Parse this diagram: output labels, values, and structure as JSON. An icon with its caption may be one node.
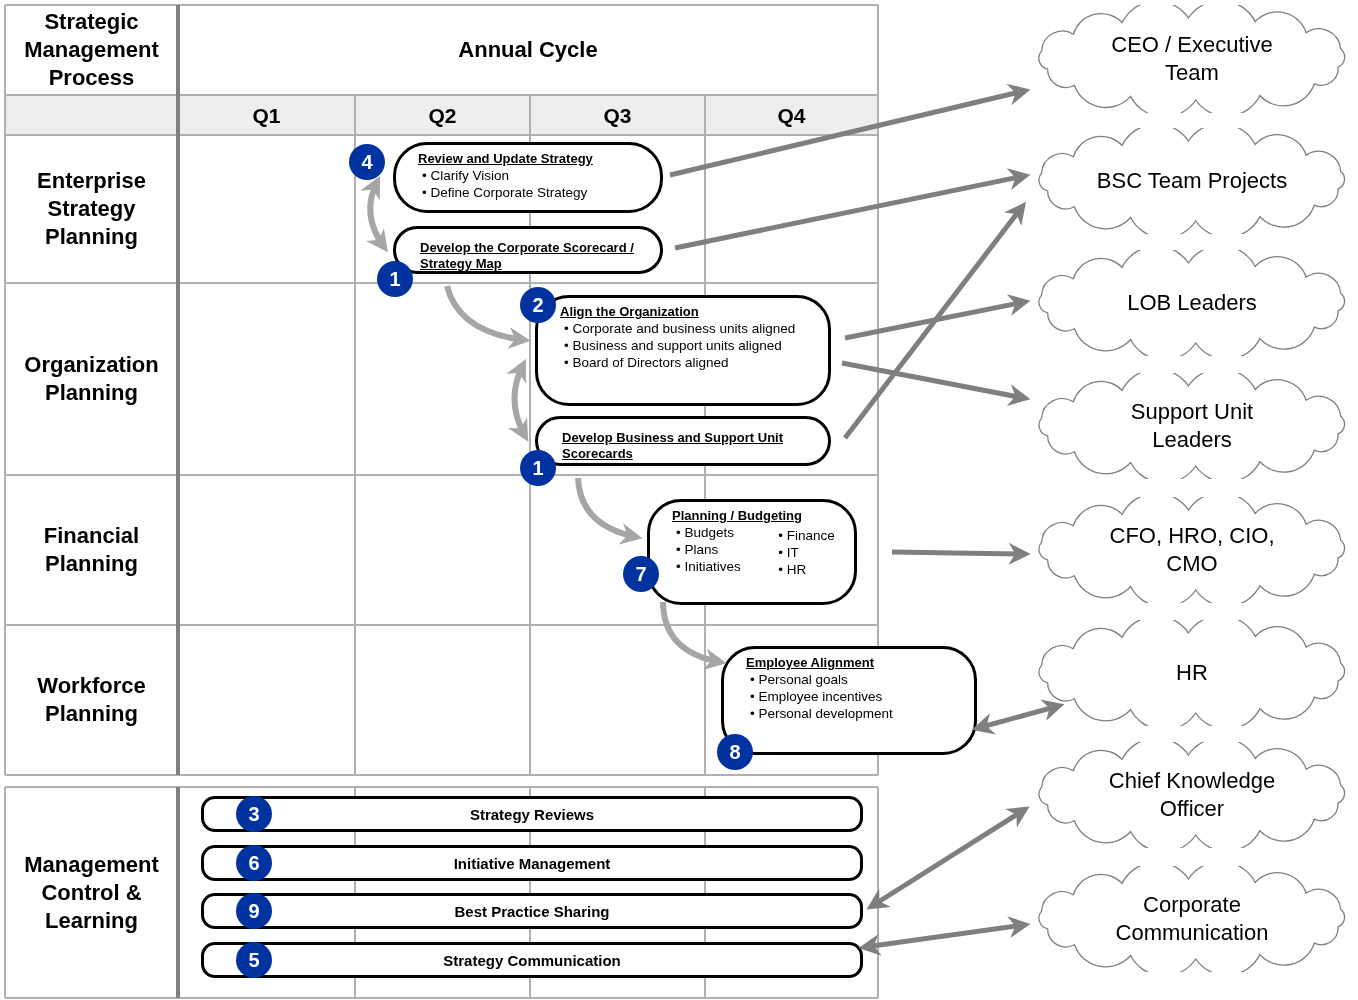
{
  "diagram": {
    "nodes": [
      {
        "text": [
          "4",
          "Review and Update Strategy",
          "• Clarify Vision",
          "• Define Corporate Strategy"
        ]
      },
      {
        "text": [
          "1",
          "Develop the Corporate Scorecard / Strategy Map"
        ]
      },
      {
        "text": [
          "2",
          "Align the Organization",
          "• Corporate and business units aligned",
          "• Business and support units aligned",
          "• Board of Directors aligned"
        ]
      },
      {
        "text": [
          "1",
          "Develop Business and Support Unit Scorecards"
        ]
      },
      {
        "text": [
          "7",
          "Planning / Budgeting",
          "• Budgets",
          "• Plans",
          "• Initiatives",
          "• Finance",
          "• IT",
          "• HR"
        ]
      },
      {
        "text": [
          "8",
          "Employee Alignment",
          "• Personal goals",
          "• Employee incentives",
          "• Personal development"
        ]
      },
      {
        "text": [
          "3",
          "Strategy Reviews"
        ]
      },
      {
        "text": [
          "6",
          "Initiative Management"
        ]
      },
      {
        "text": [
          "9",
          "Best Practice Sharing"
        ]
      },
      {
        "text": [
          "5",
          "Strategy Communication"
        ]
      },
      {
        "text": [
          "CEO / Executive Team"
        ]
      },
      {
        "text": [
          "BSC Team Projects"
        ]
      },
      {
        "text": [
          "LOB Leaders"
        ]
      },
      {
        "text": [
          "Support Unit Leaders"
        ]
      },
      {
        "text": [
          "CFO, HRO, CIO, CMO"
        ]
      },
      {
        "text": [
          "HR"
        ]
      },
      {
        "text": [
          "Chief Knowledge Officer"
        ]
      },
      {
        "text": [
          "Corporate Communication"
        ]
      }
    ],
    "edges": [
      {
        "from": 0,
        "to": 1,
        "arrow": "both",
        "color": "#a6a6a6"
      },
      {
        "from": 0,
        "to": 10,
        "arrow": "to"
      },
      {
        "from": 1,
        "to": 11,
        "arrow": "to"
      },
      {
        "from": 1,
        "to": 2,
        "arrow": "to",
        "color": "#a6a6a6"
      },
      {
        "from": 2,
        "to": 12,
        "arrow": "to"
      },
      {
        "from": 2,
        "to": 13,
        "arrow": "to"
      },
      {
        "from": 3,
        "to": 2,
        "arrow": "both",
        "color": "#a6a6a6"
      },
      {
        "from": 3,
        "to": 11,
        "arrow": "to"
      },
      {
        "from": 3,
        "to": 4,
        "arrow": "to",
        "color": "#a6a6a6"
      },
      {
        "from": 4,
        "to": 14,
        "arrow": "to"
      },
      {
        "from": 4,
        "to": 5,
        "arrow": "to",
        "color": "#a6a6a6"
      },
      {
        "from": 5,
        "to": 15,
        "arrow": "both"
      },
      {
        "from": 8,
        "to": 16,
        "arrow": "both"
      },
      {
        "from": 9,
        "to": 17,
        "arrow": "both"
      }
    ],
    "labels": [
      "Strategic Management Process",
      "Annual Cycle",
      "Q1",
      "Q2",
      "Q3",
      "Q4",
      "Enterprise Strategy Planning",
      "Organization Planning",
      "Financial Planning",
      "Workforce Planning",
      "Management Control & Learning"
    ]
  }
}
